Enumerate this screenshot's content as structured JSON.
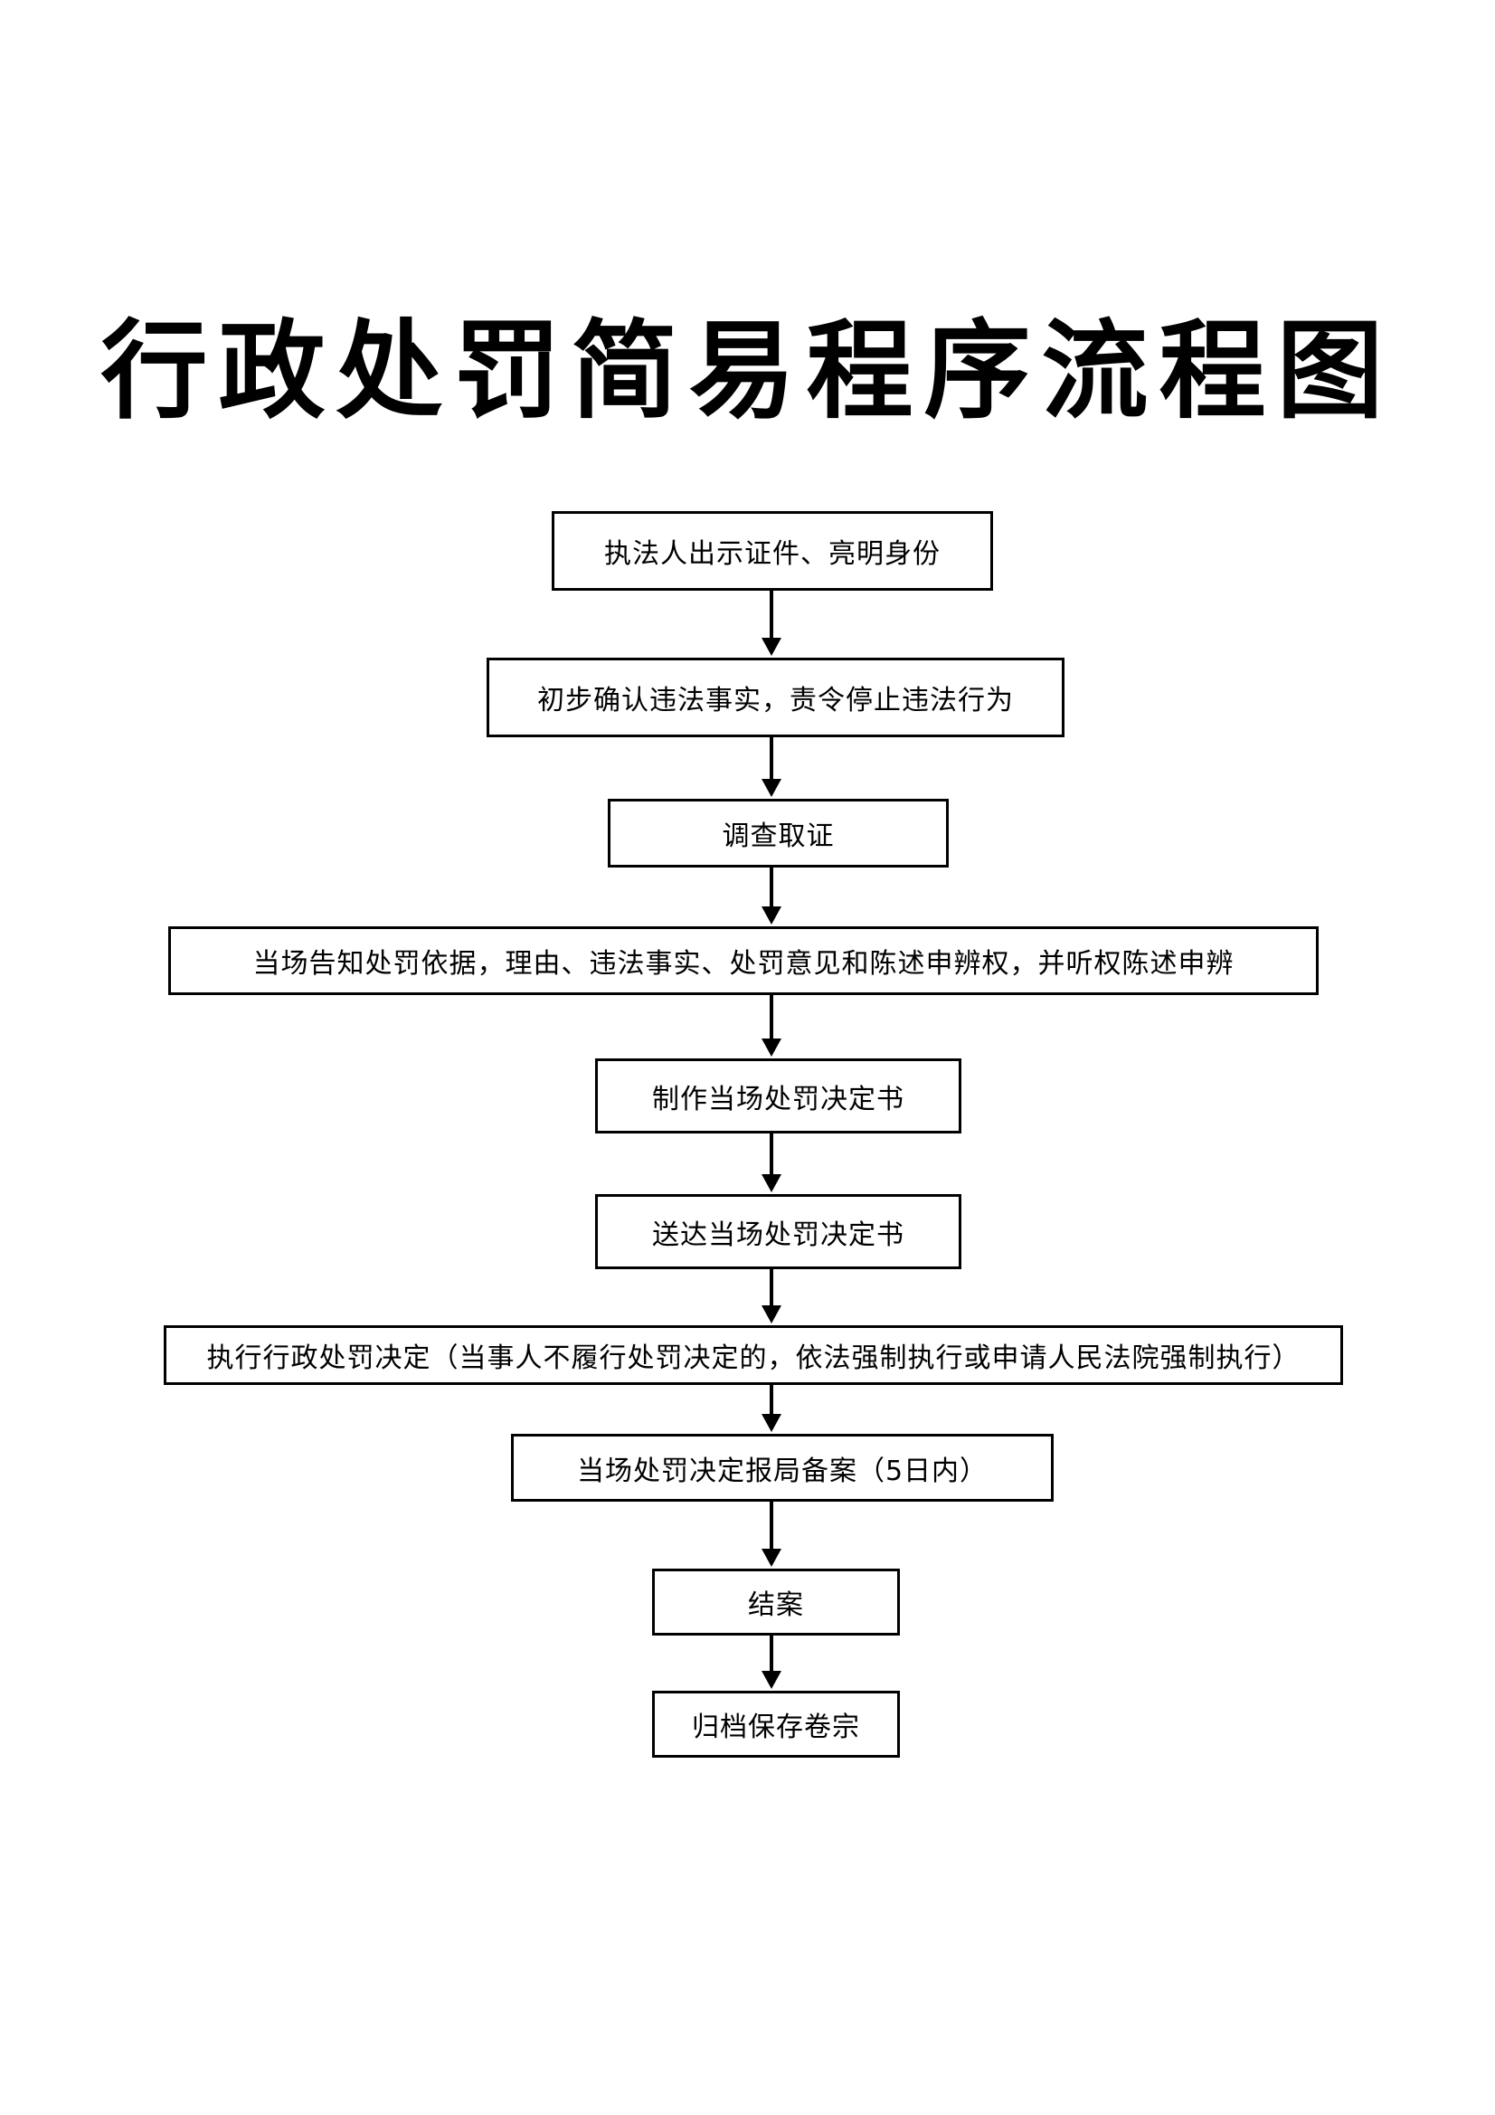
{
  "title": "行政处罚简易程序流程图",
  "steps": [
    "执法人出示证件、亮明身份",
    "初步确认违法事实，责令停止违法行为",
    "调查取证",
    "当场告知处罚依据，理由、违法事实、处罚意见和陈述申辨权，并听权陈述申辨",
    "制作当场处罚决定书",
    "送达当场处罚决定书",
    "执行行政处罚决定（当事人不履行处罚决定的，依法强制执行或申请人民法院强制执行）",
    "当场处罚决定报局备案（5日内）",
    "结案",
    "归档保存卷宗"
  ],
  "colors": {
    "line": "#000000",
    "background": "#ffffff"
  }
}
